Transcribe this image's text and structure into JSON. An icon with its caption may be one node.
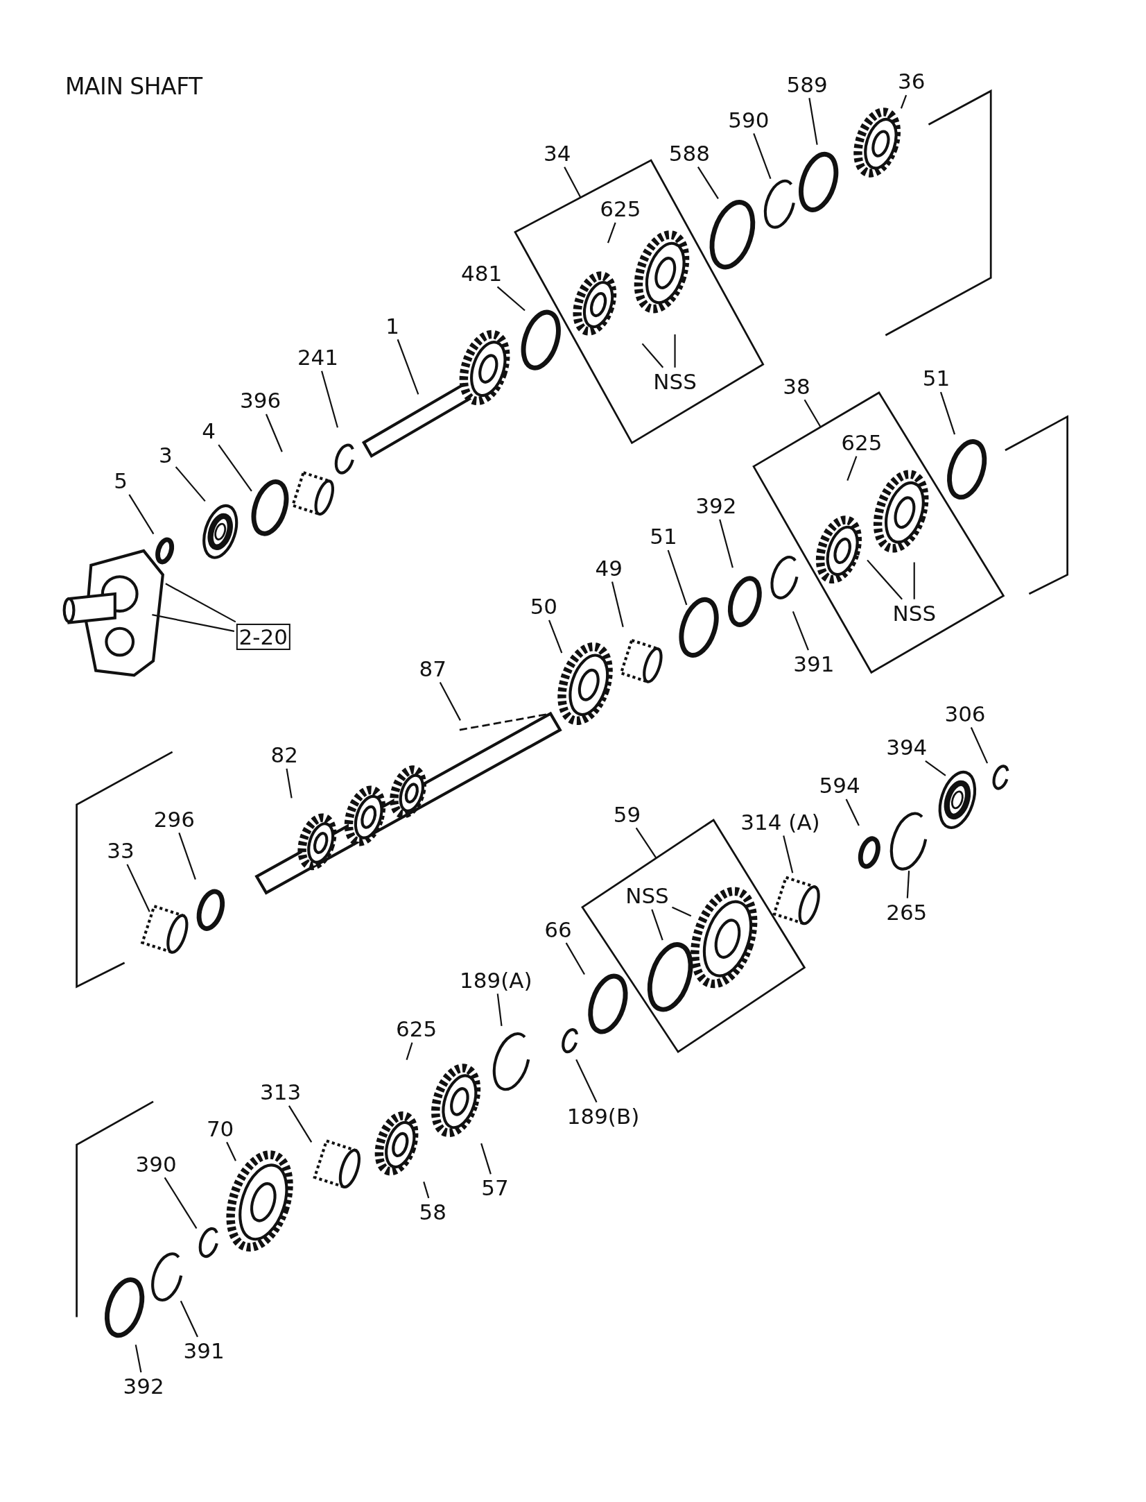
{
  "diagram": {
    "title": "MAIN SHAFT",
    "nodes": [
      {
        "text": [
          "34"
        ]
      },
      {
        "text": [],
        "shape": "box"
      },
      {
        "text": [
          "625"
        ],
        "in": 1
      },
      {
        "text": [
          "NSS"
        ],
        "in": 1
      },
      {
        "text": [
          "588"
        ]
      },
      {
        "text": [
          "590"
        ]
      },
      {
        "text": [
          "589"
        ]
      },
      {
        "text": [
          "36"
        ]
      },
      {
        "text": [
          "481"
        ]
      },
      {
        "text": [
          "1"
        ]
      },
      {
        "text": [
          "241"
        ]
      },
      {
        "text": [
          "396"
        ]
      },
      {
        "text": [
          "4"
        ]
      },
      {
        "text": [
          "3"
        ]
      },
      {
        "text": [
          "5"
        ]
      },
      {
        "text": [
          "2-20"
        ]
      },
      {
        "text": [
          "38"
        ]
      },
      {
        "text": [],
        "shape": "box"
      },
      {
        "text": [
          "625"
        ],
        "in": 17
      },
      {
        "text": [
          "NSS"
        ],
        "in": 17
      },
      {
        "text": [
          "51"
        ]
      },
      {
        "text": [
          "392"
        ]
      },
      {
        "text": [
          "51"
        ]
      },
      {
        "text": [
          "49"
        ]
      },
      {
        "text": [
          "50"
        ]
      },
      {
        "text": [
          "391"
        ]
      },
      {
        "text": [
          "87"
        ]
      },
      {
        "text": [
          "82"
        ]
      },
      {
        "text": [
          "296"
        ]
      },
      {
        "text": [
          "33"
        ]
      },
      {
        "text": [
          "306"
        ]
      },
      {
        "text": [
          "394"
        ]
      },
      {
        "text": [
          "594"
        ]
      },
      {
        "text": [
          "314 (A)"
        ]
      },
      {
        "text": [
          "265"
        ]
      },
      {
        "text": [
          "59"
        ]
      },
      {
        "text": [],
        "shape": "box"
      },
      {
        "text": [
          "NSS"
        ],
        "in": 36
      },
      {
        "text": [
          "66"
        ]
      },
      {
        "text": [
          "189(A)"
        ]
      },
      {
        "text": [
          "189(B)"
        ]
      },
      {
        "text": [
          "625"
        ]
      },
      {
        "text": [
          "313"
        ]
      },
      {
        "text": [
          "70"
        ]
      },
      {
        "text": [
          "390"
        ]
      },
      {
        "text": [
          "58"
        ]
      },
      {
        "text": [
          "57"
        ]
      },
      {
        "text": [
          "391"
        ]
      },
      {
        "text": [
          "392"
        ]
      }
    ],
    "edges": [
      {
        "from": 0,
        "to": 1,
        "arrow": "none"
      },
      {
        "from": 2,
        "to": null,
        "arrow": "none"
      },
      {
        "from": 3,
        "to": null,
        "arrow": "none"
      },
      {
        "from": 3,
        "to": null,
        "arrow": "none"
      },
      {
        "from": 4,
        "to": null,
        "arrow": "none"
      },
      {
        "from": 5,
        "to": null,
        "arrow": "none"
      },
      {
        "from": 6,
        "to": null,
        "arrow": "none"
      },
      {
        "from": 7,
        "to": null,
        "arrow": "none"
      },
      {
        "from": 8,
        "to": null,
        "arrow": "none"
      },
      {
        "from": 9,
        "to": null,
        "arrow": "none"
      },
      {
        "from": 10,
        "to": null,
        "arrow": "none"
      },
      {
        "from": 11,
        "to": null,
        "arrow": "none"
      },
      {
        "from": 12,
        "to": null,
        "arrow": "none"
      },
      {
        "from": 13,
        "to": null,
        "arrow": "none"
      },
      {
        "from": 14,
        "to": null,
        "arrow": "none"
      },
      {
        "from": 15,
        "to": null,
        "arrow": "none"
      },
      {
        "from": 15,
        "to": null,
        "arrow": "none"
      },
      {
        "from": 16,
        "to": 17,
        "arrow": "none"
      },
      {
        "from": 18,
        "to": null,
        "arrow": "none"
      },
      {
        "from": 19,
        "to": null,
        "arrow": "none"
      },
      {
        "from": 19,
        "to": null,
        "arrow": "none"
      },
      {
        "from": 20,
        "to": null,
        "arrow": "none"
      },
      {
        "from": 21,
        "to": null,
        "arrow": "none"
      },
      {
        "from": 22,
        "to": null,
        "arrow": "none"
      },
      {
        "from": 23,
        "to": null,
        "arrow": "none"
      },
      {
        "from": 24,
        "to": null,
        "arrow": "none"
      },
      {
        "from": 25,
        "to": null,
        "arrow": "none"
      },
      {
        "from": 26,
        "to": null,
        "arrow": "none"
      },
      {
        "from": 27,
        "to": null,
        "arrow": "none"
      },
      {
        "from": 28,
        "to": null,
        "arrow": "none"
      },
      {
        "from": 29,
        "to": null,
        "arrow": "none"
      },
      {
        "from": 30,
        "to": null,
        "arrow": "none"
      },
      {
        "from": 31,
        "to": null,
        "arrow": "none"
      },
      {
        "from": 32,
        "to": null,
        "arrow": "none"
      },
      {
        "from": 33,
        "to": null,
        "arrow": "none"
      },
      {
        "from": 34,
        "to": null,
        "arrow": "none"
      },
      {
        "from": 35,
        "to": 36,
        "arrow": "none"
      },
      {
        "from": 37,
        "to": null,
        "arrow": "none"
      },
      {
        "from": 37,
        "to": null,
        "arrow": "none"
      },
      {
        "from": 38,
        "to": null,
        "arrow": "none"
      },
      {
        "from": 39,
        "to": null,
        "arrow": "none"
      },
      {
        "from": 40,
        "to": null,
        "arrow": "none"
      },
      {
        "from": 41,
        "to": null,
        "arrow": "none"
      },
      {
        "from": 42,
        "to": null,
        "arrow": "none"
      },
      {
        "from": 43,
        "to": null,
        "arrow": "none"
      },
      {
        "from": 44,
        "to": null,
        "arrow": "none"
      },
      {
        "from": 45,
        "to": null,
        "arrow": "none"
      },
      {
        "from": 46,
        "to": null,
        "arrow": "none"
      },
      {
        "from": 47,
        "to": null,
        "arrow": "none"
      },
      {
        "from": 48,
        "to": null,
        "arrow": "none"
      }
    ]
  }
}
